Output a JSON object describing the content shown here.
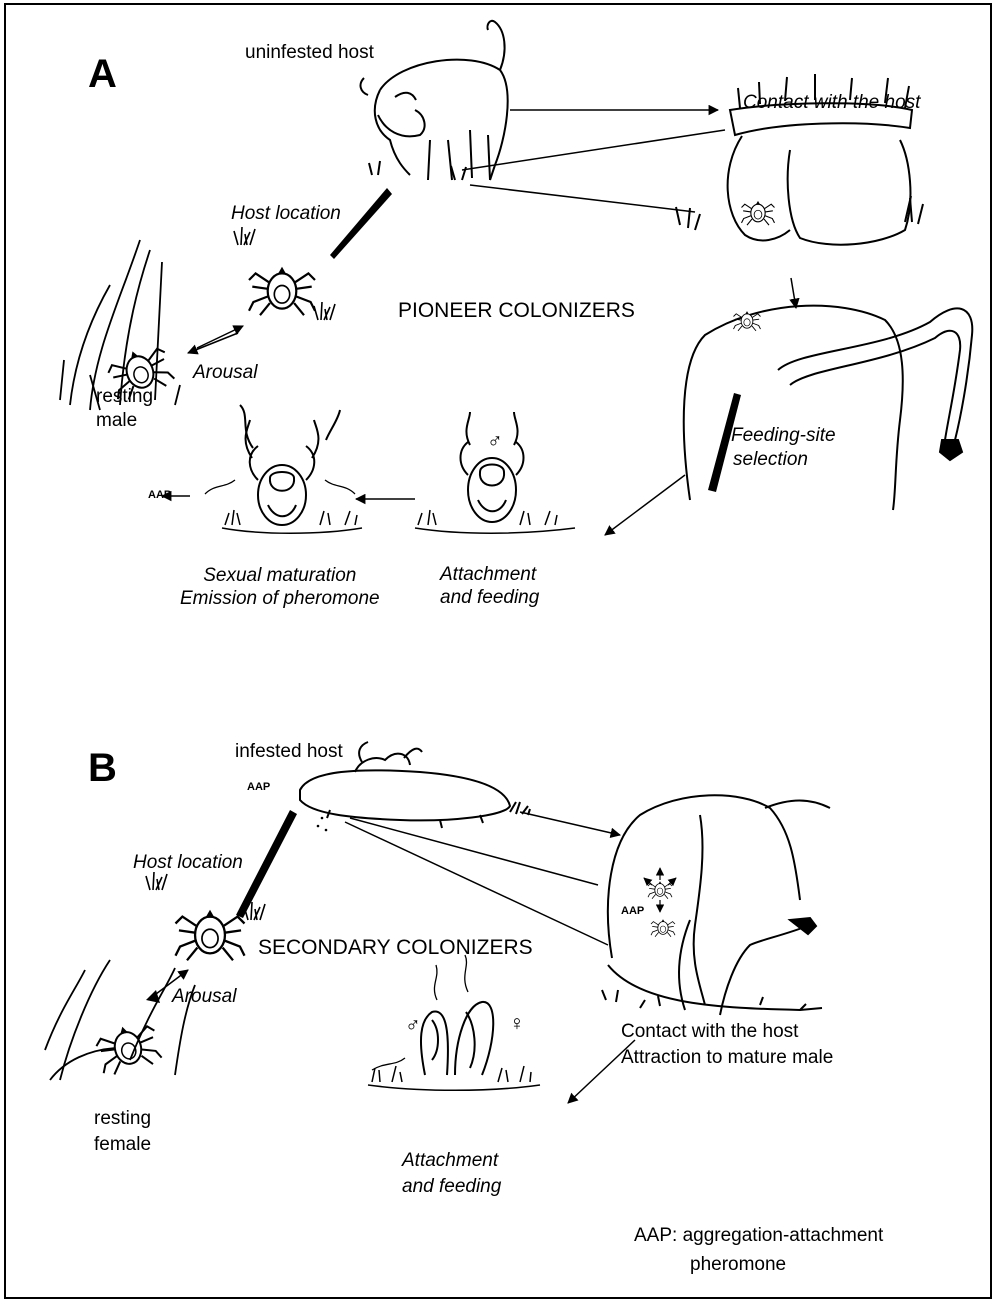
{
  "panel_a": {
    "letter": "A",
    "title": "PIONEER COLONIZERS",
    "host_label": "uninfested host",
    "contact": "Contact with the host",
    "host_location": "Host location",
    "arousal": "Arousal",
    "resting_line1": "resting",
    "resting_line2": "male",
    "feeding_site_line1": "Feeding-site",
    "feeding_site_line2": "selection",
    "aap_label": "AAP",
    "male_symbol": "♂",
    "maturation_line1": "Sexual maturation",
    "maturation_line2": "Emission of pheromone",
    "attachment_line1": "Attachment",
    "attachment_line2": "and feeding"
  },
  "panel_b": {
    "letter": "B",
    "title": "SECONDARY COLONIZERS",
    "host_label": "infested host",
    "aap_host": "AAP",
    "aap_site": "AAP",
    "host_location": "Host location",
    "arousal": "Arousal",
    "resting_line1": "resting",
    "resting_line2": "female",
    "contact_line1": "Contact with the host",
    "contact_line2": "Attraction to mature male",
    "male_symbol": "♂",
    "female_symbol": "♀",
    "attachment_line1": "Attachment",
    "attachment_line2": "and feeding"
  },
  "legend": {
    "line1": "AAP: aggregation-attachment",
    "line2": "pheromone"
  }
}
